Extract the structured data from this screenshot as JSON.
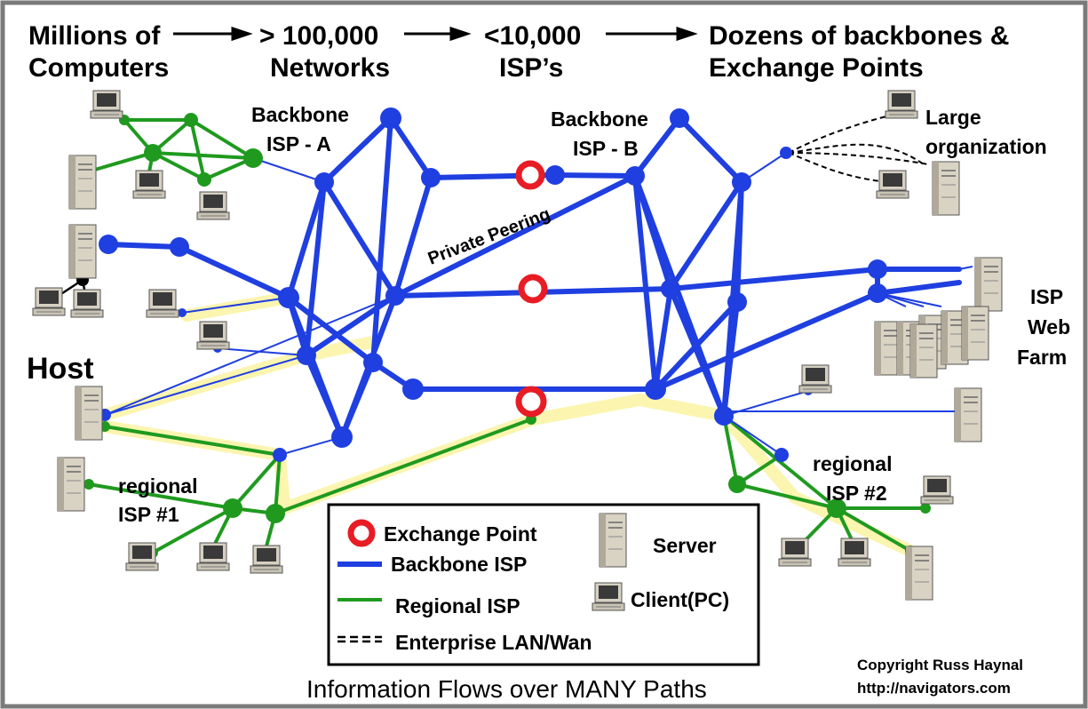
{
  "stages": [
    {
      "line1": "Millions of",
      "line2": "Computers"
    },
    {
      "line1": "> 100,000",
      "line2": "Networks"
    },
    {
      "line1": "<10,000",
      "line2": "ISP’s"
    },
    {
      "line1": "Dozens of backbones &",
      "line2": "Exchange Points"
    }
  ],
  "labels": {
    "backbone_a": {
      "line1": "Backbone",
      "line2": "ISP - A"
    },
    "backbone_b": {
      "line1": "Backbone",
      "line2": "ISP - B"
    },
    "large_org": {
      "line1": "Large",
      "line2": "organization"
    },
    "private_peering": "Private Peering",
    "isp_web_farm": {
      "line1": "ISP",
      "line2": "Web",
      "line3": "Farm"
    },
    "host": "Host",
    "regional_1": {
      "line1": "regional",
      "line2": "ISP #1"
    },
    "regional_2": {
      "line1": "regional",
      "line2": "ISP #2"
    }
  },
  "legend": {
    "exchange_point": "Exchange Point",
    "backbone_isp": "Backbone ISP",
    "regional_isp": "Regional ISP",
    "enterprise_lan": "Enterprise LAN/Wan",
    "server": "Server",
    "client": "Client(PC)"
  },
  "footer": "Information Flows over MANY Paths",
  "copyright": {
    "line1": "Copyright Russ Haynal",
    "line2": "http://navigators.com"
  },
  "colors": {
    "backbone": "#1f3fe0",
    "regional": "#1f9a1f",
    "exchange": "#e81c24",
    "highlight": "#fbf5b0",
    "border": "#7a7a7a"
  }
}
